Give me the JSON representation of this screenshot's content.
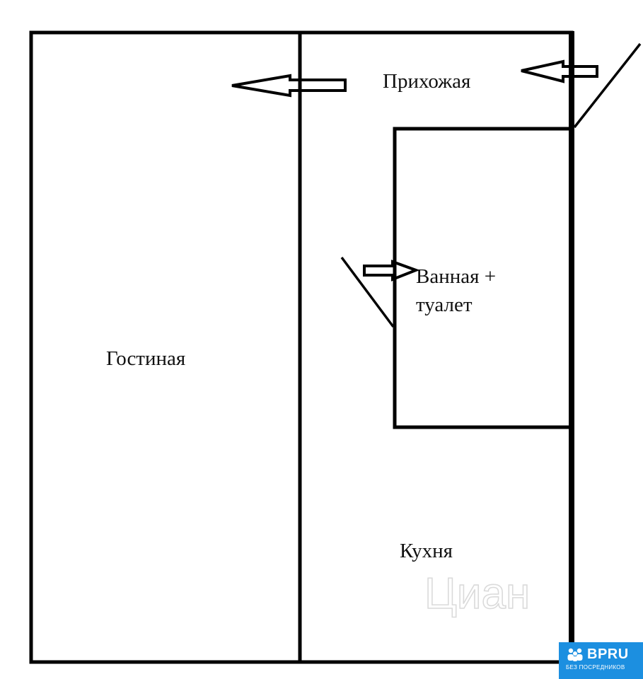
{
  "rooms": {
    "living": "Гостиная",
    "hallway": "Прихожая",
    "bath_line1": "Ванная +",
    "bath_line2": "туалет",
    "kitchen": "Кухня"
  },
  "watermark": "Циан",
  "badge": {
    "brand": "BPRU",
    "tagline": "БЕЗ ПОСРЕДНИКОВ",
    "icon": "people-group-icon",
    "color": "#1c8fe0"
  }
}
